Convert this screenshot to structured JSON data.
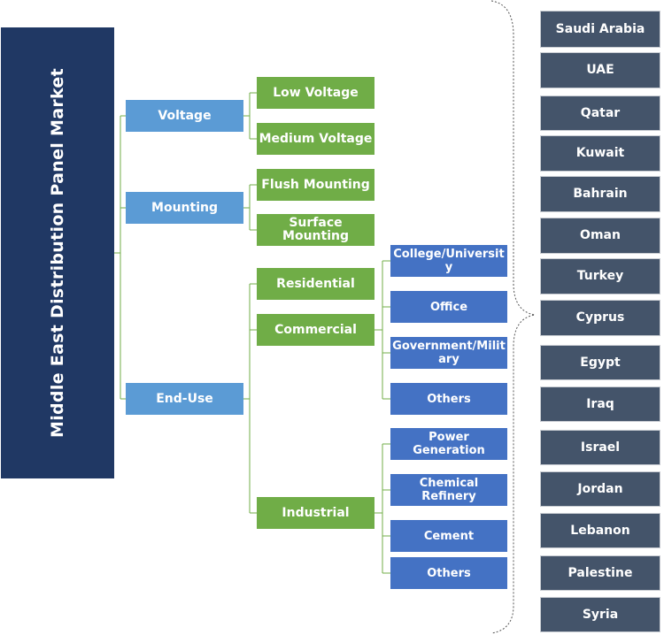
{
  "title": "Middle East Distribution Panel  Market",
  "segments": {
    "voltage": "Voltage",
    "mounting": "Mounting",
    "end_use": "End-Use"
  },
  "voltage_items": [
    "Low Voltage",
    "Medium Voltage"
  ],
  "mounting_items": [
    "Flush Mounting",
    "Surface Mounting"
  ],
  "end_use_items": [
    "Residential",
    "Commercial",
    "Industrial"
  ],
  "commercial_items": [
    "College/University",
    "Office",
    "Government/Military",
    "Others"
  ],
  "industrial_items": [
    "Power Generation",
    "Chemical Refinery",
    "Cement",
    "Others"
  ],
  "countries": [
    "Saudi Arabia",
    "UAE",
    "Qatar",
    "Kuwait",
    "Bahrain",
    "Oman",
    "Turkey",
    "Cyprus",
    "Egypt",
    "Iraq",
    "Israel",
    "Jordan",
    "Lebanon",
    "Palestine",
    "Syria"
  ],
  "colors": {
    "title_bg": "#203864",
    "segment": "#5b9bd5",
    "sub_segment": "#70ad47",
    "leaf": "#4472c4",
    "country": "#44546a"
  }
}
